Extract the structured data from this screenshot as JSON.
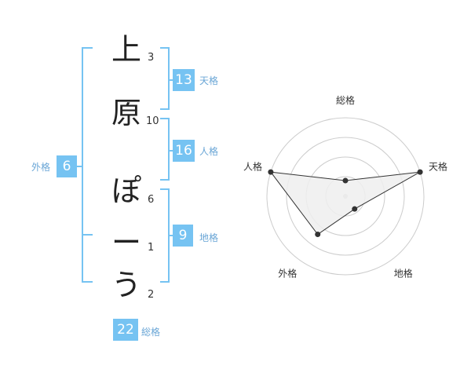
{
  "name": {
    "chars": [
      {
        "char": "上",
        "strokes": "3"
      },
      {
        "char": "原",
        "strokes": "10"
      },
      {
        "char": "ぽ",
        "strokes": "6"
      },
      {
        "char": "ー",
        "strokes": "1"
      },
      {
        "char": "う",
        "strokes": "2"
      }
    ]
  },
  "fortunes": {
    "tenkaku": {
      "value": "13",
      "label": "天格"
    },
    "jinkaku": {
      "value": "16",
      "label": "人格"
    },
    "chikaku": {
      "value": "9",
      "label": "地格"
    },
    "gaikaku": {
      "value": "6",
      "label": "外格"
    },
    "soukaku": {
      "value": "22",
      "label": "総格"
    }
  },
  "chart_data": {
    "type": "radar",
    "axes": [
      "総格",
      "天格",
      "地格",
      "外格",
      "人格"
    ],
    "values": [
      1,
      5,
      1,
      3,
      5
    ],
    "max": 5,
    "rings": 4,
    "colors": {
      "fill": "#eeeeee",
      "stroke": "#333333",
      "grid": "#cccccc",
      "point": "#333333"
    }
  }
}
